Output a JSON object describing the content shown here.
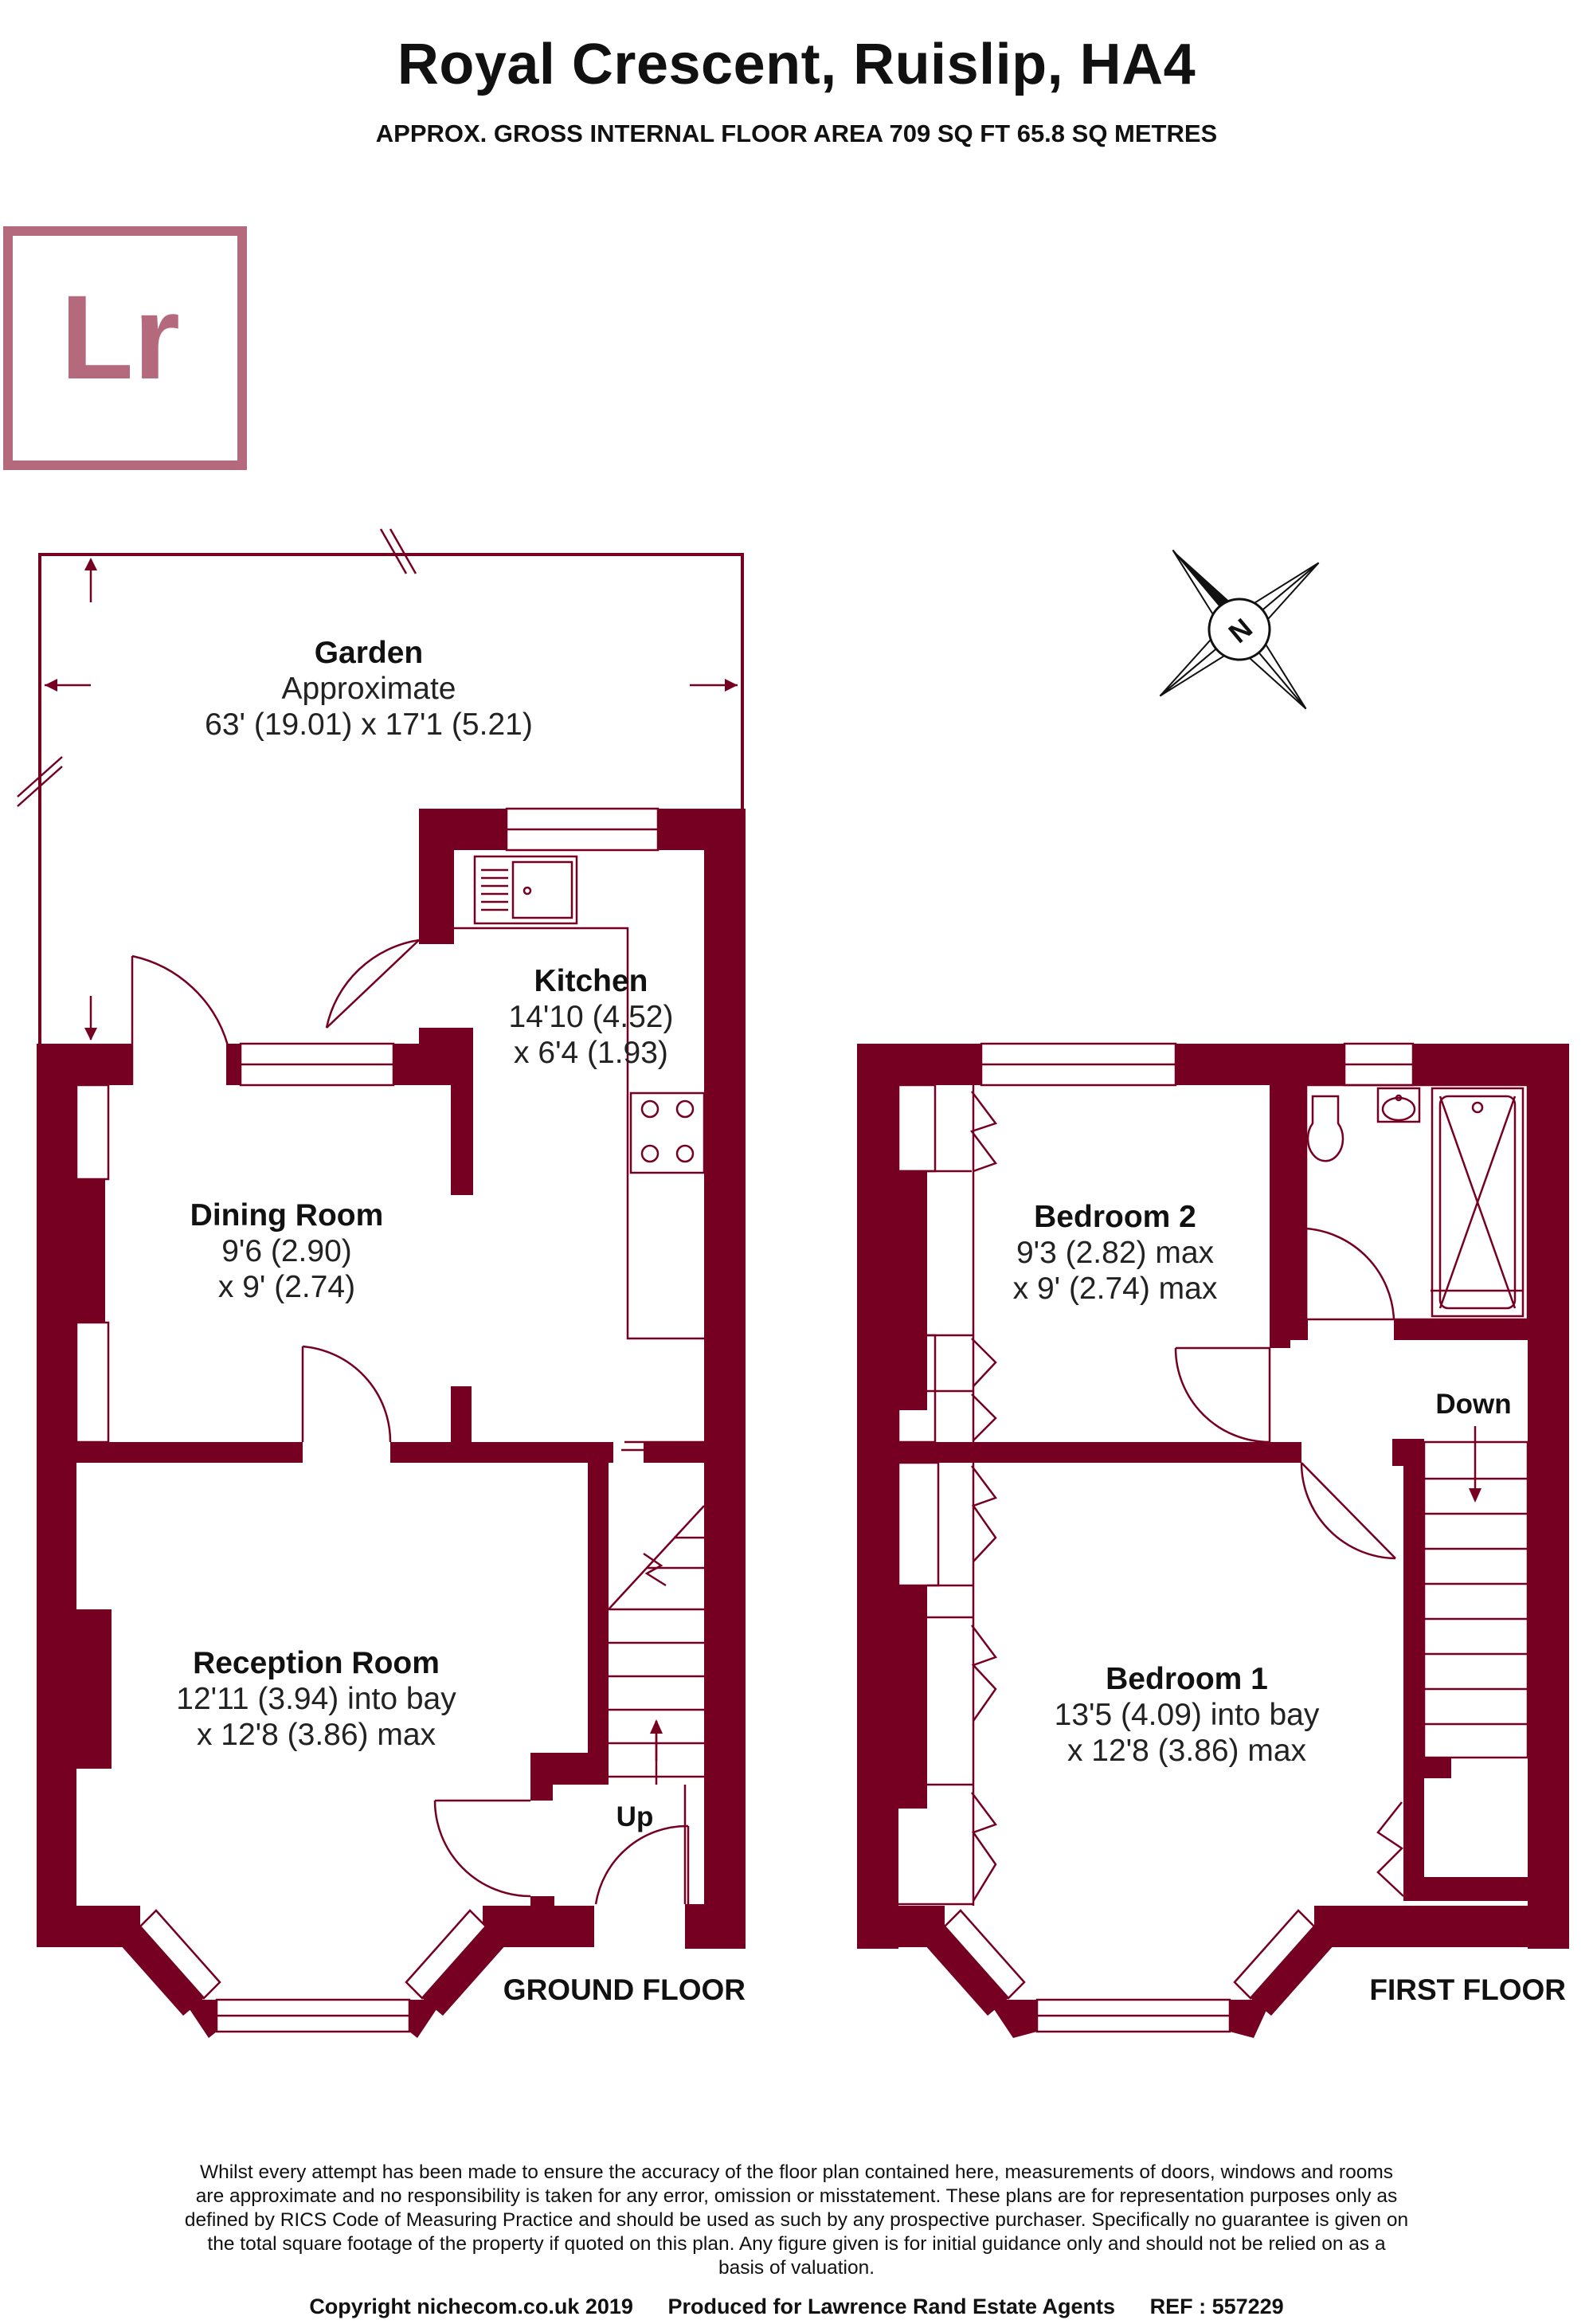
{
  "header": {
    "title": "Royal Crescent, Ruislip, HA4",
    "subtitle": "APPROX. GROSS INTERNAL FLOOR AREA 709 SQ FT 65.8 SQ METRES"
  },
  "logo": {
    "text": "Lr",
    "color": "#b46a7c"
  },
  "colors": {
    "wall": "#750022",
    "line": "#750022"
  },
  "rooms": {
    "garden": {
      "name": "Garden",
      "line1": "Approximate",
      "line2": "63' (19.01) x 17'1 (5.21)"
    },
    "kitchen": {
      "name": "Kitchen",
      "line1": "14'10 (4.52)",
      "line2": "x 6'4 (1.93)"
    },
    "dining": {
      "name": "Dining Room",
      "line1": "9'6 (2.90)",
      "line2": "x 9' (2.74)"
    },
    "reception": {
      "name": "Reception Room",
      "line1": "12'11 (3.94) into bay",
      "line2": "x 12'8 (3.86) max"
    },
    "bedroom2": {
      "name": "Bedroom 2",
      "line1": "9'3 (2.82) max",
      "line2": "x 9' (2.74) max"
    },
    "bedroom1": {
      "name": "Bedroom 1",
      "line1": "13'5 (4.09) into bay",
      "line2": "x 12'8 (3.86) max"
    }
  },
  "labels": {
    "up": "Up",
    "down": "Down",
    "north": "N"
  },
  "floors": {
    "ground": "GROUND FLOOR",
    "first": "FIRST FLOOR"
  },
  "disclaimer": "Whilst every attempt has been made to ensure the accuracy of the floor plan contained here, measurements of doors, windows and rooms are approximate and no responsibility is taken for any error, omission or misstatement. These plans are for representation purposes only as defined by RICS Code of Measuring Practice and should be used as such by any prospective purchaser. Specifically no guarantee is given on the total square footage of the property if quoted on this plan. Any figure given is for initial guidance only and should not be relied on as a basis of valuation.",
  "footer": {
    "copyright": "Copyright nichecom.co.uk 2019",
    "produced": "Produced for Lawrence Rand Estate Agents",
    "ref": "REF : 557229"
  }
}
